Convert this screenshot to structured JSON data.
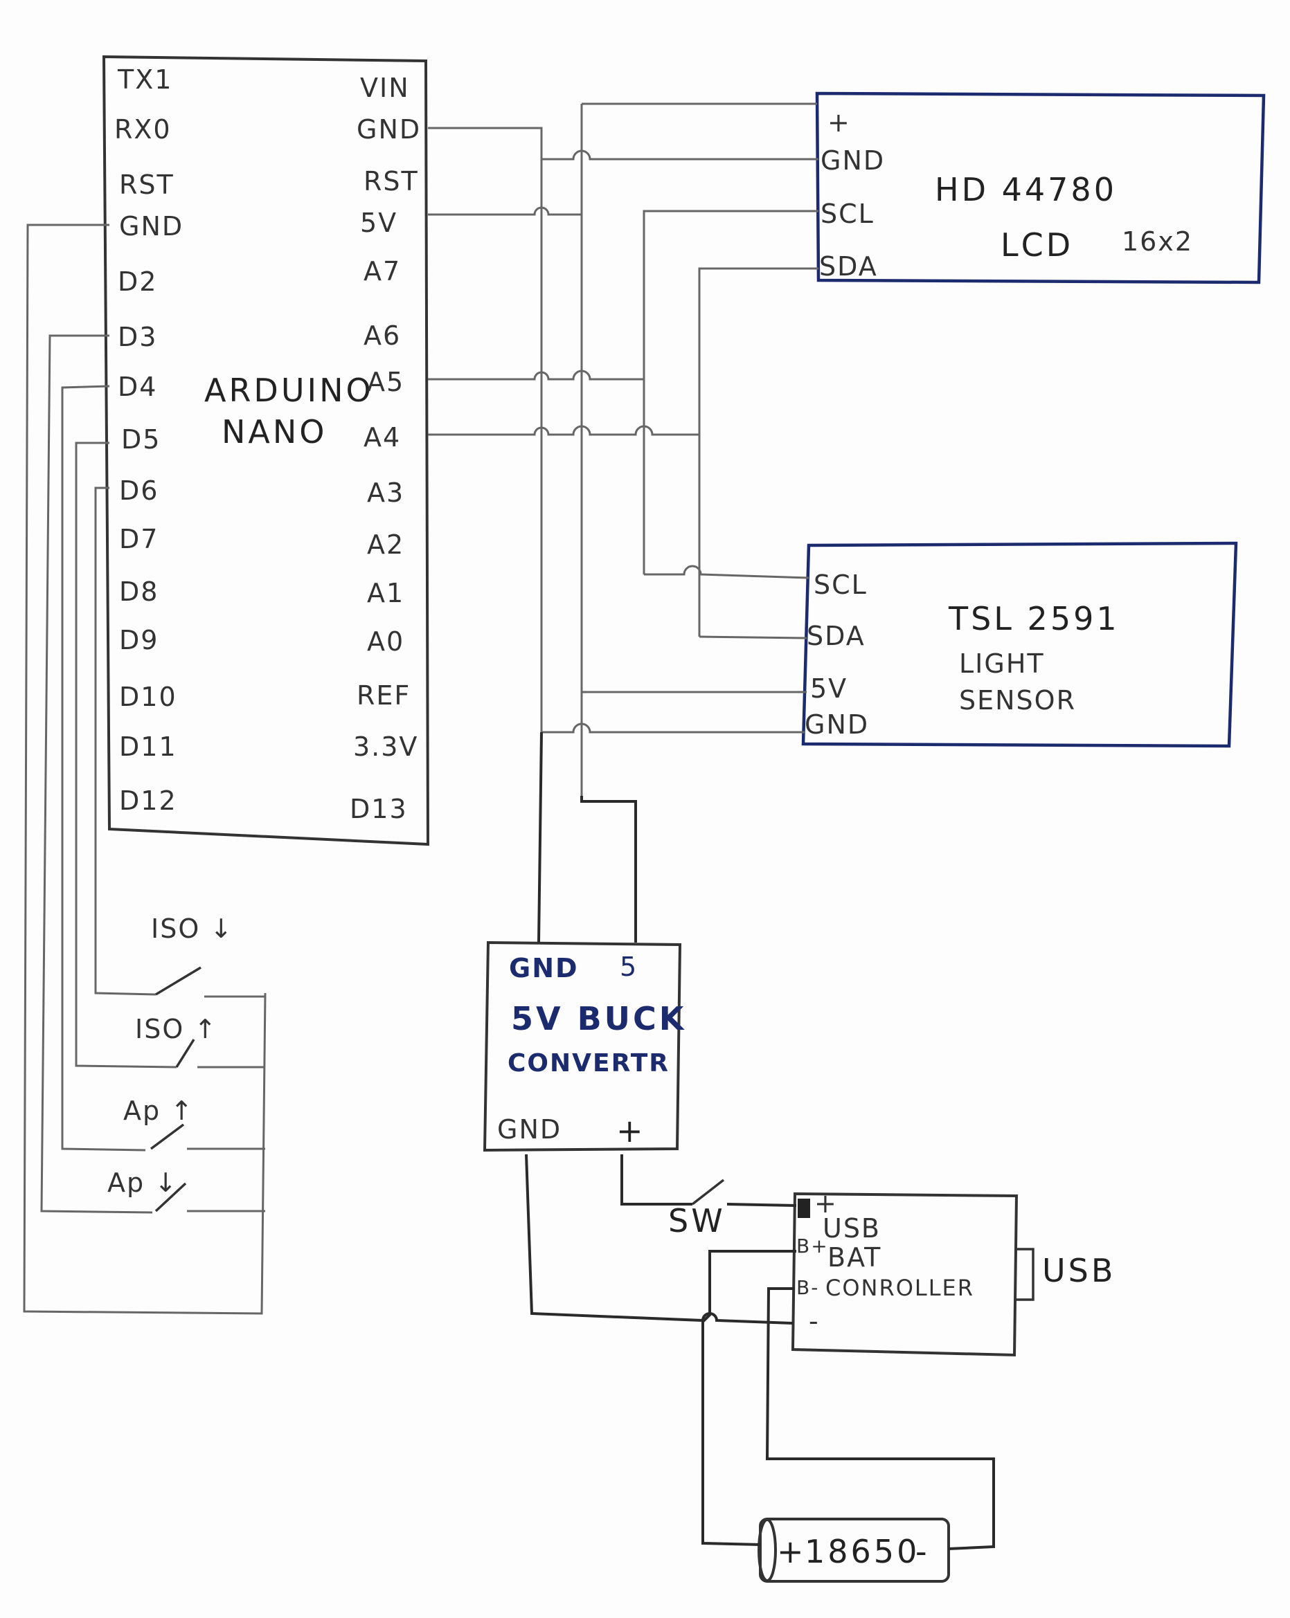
{
  "diagram": {
    "arduino": {
      "label_line1": "ARDUINO",
      "label_line2": "NANO",
      "left_pins": [
        "TX1",
        "RX0",
        "RST",
        "GND",
        "D2",
        "D3",
        "D4",
        "D5",
        "D6",
        "D7",
        "D8",
        "D9",
        "D10",
        "D11",
        "D12"
      ],
      "right_pins": [
        "VIN",
        "GND",
        "RST",
        "5V",
        "A7",
        "A6",
        "A5",
        "A4",
        "A3",
        "A2",
        "A1",
        "A0",
        "REF",
        "3.3V",
        "D13"
      ]
    },
    "lcd": {
      "pins": [
        "+",
        "GND",
        "SCL",
        "SDA"
      ],
      "title": "HD 44780",
      "subtitle": "LCD",
      "size": "16x2"
    },
    "sensor": {
      "pins": [
        "SCL",
        "SDA",
        "5V",
        "GND"
      ],
      "title": "TSL 2591",
      "line2": "LIGHT",
      "line3": "SENSOR"
    },
    "buck": {
      "gnd_top": "GND",
      "five_top": "5",
      "title_line1": "5V BUCK",
      "title_line2": "CONVERTR",
      "gnd_bottom": "GND",
      "plus_bottom": "+"
    },
    "switch_label": "SW",
    "controller": {
      "plus": "+",
      "line1": "USB",
      "line2": "BAT",
      "line3": "CONROLLER",
      "b_plus": "B+",
      "b_minus": "B-",
      "minus": "-",
      "usb_port": "USB"
    },
    "battery": {
      "plus": "+",
      "label": "18650",
      "minus": "-"
    },
    "buttons": [
      {
        "label": "ISO ↓"
      },
      {
        "label": "ISO ↑"
      },
      {
        "label": "Ap ↑"
      },
      {
        "label": "Ap ↓"
      }
    ]
  }
}
